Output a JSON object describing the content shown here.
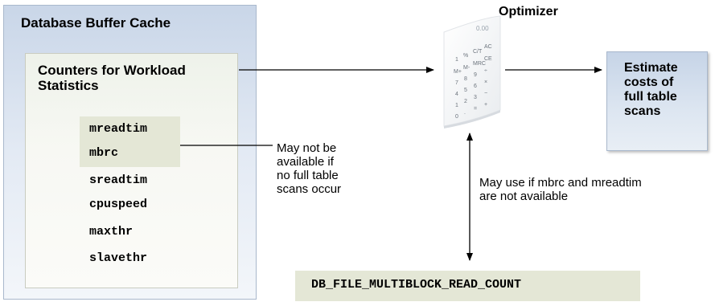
{
  "cache_box": {
    "title": "Database Buffer Cache"
  },
  "counters_box": {
    "title": "Counters for Workload Statistics",
    "stats": [
      "mreadtim",
      "mbrc",
      "sreadtim",
      "cpuspeed",
      "maxthr",
      "slavethr"
    ]
  },
  "notes": {
    "unavailable_lines": [
      "May not be",
      "available if",
      "no full table",
      "scans occur"
    ],
    "fallback_lines": [
      "May use if mbrc and mreadtim",
      "are not available"
    ]
  },
  "optimizer": {
    "label": "Optimizer",
    "icon": "calculator-icon"
  },
  "estimate": {
    "lines": [
      "Estimate",
      "costs of",
      "full table",
      "scans"
    ]
  },
  "parameter": {
    "name": "DB_FILE_MULTIBLOCK_READ_COUNT"
  }
}
